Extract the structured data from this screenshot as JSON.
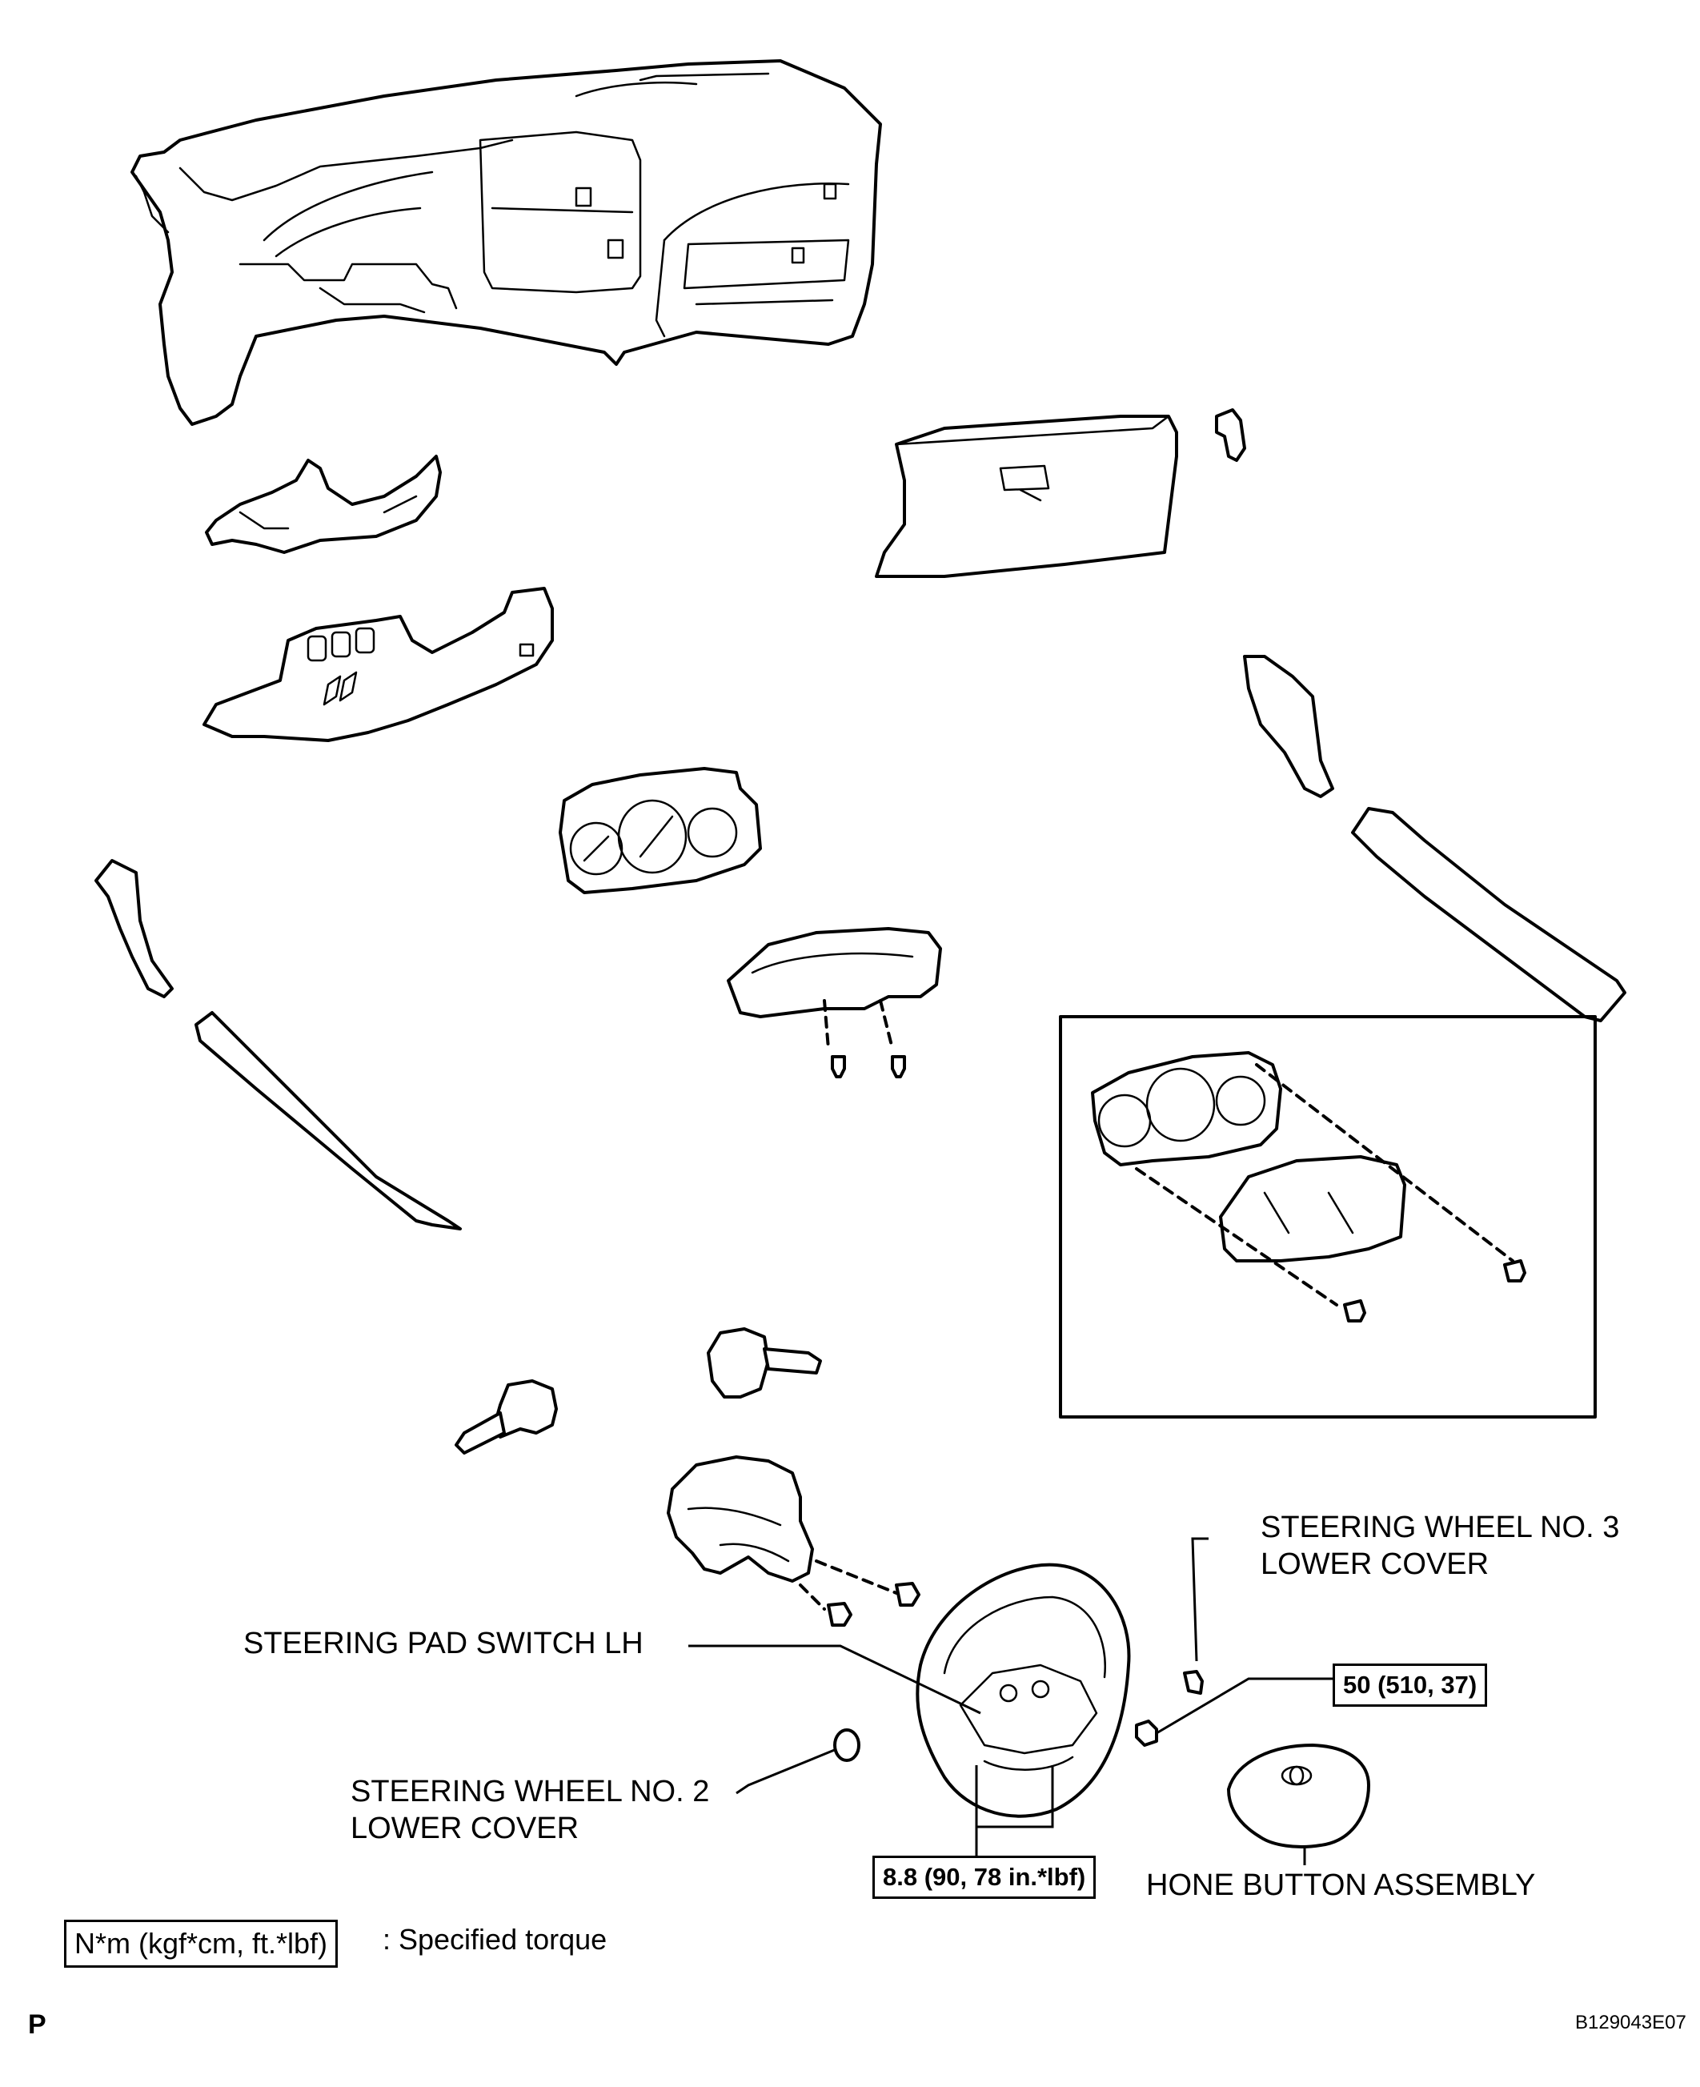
{
  "labels": {
    "steering_wheel_no3_line1": "STEERING WHEEL NO. 3",
    "steering_wheel_no3_line2": "LOWER COVER",
    "steering_pad_switch": "STEERING PAD SWITCH LH",
    "steering_wheel_no2_line1": "STEERING WHEEL NO. 2",
    "steering_wheel_no2_line2": "LOWER COVER",
    "horn_button": "HONE BUTTON ASSEMBLY"
  },
  "torque": {
    "nut": "50 (510, 37)",
    "screw": "8.8 (90, 78 in.*lbf)"
  },
  "legend": {
    "units": "N*m (kgf*cm, ft.*lbf)",
    "description": ": Specified torque"
  },
  "footer": {
    "code": "P",
    "figure_id": "B129043E07"
  },
  "icons": {
    "logo": "toyota-emblem-icon"
  }
}
